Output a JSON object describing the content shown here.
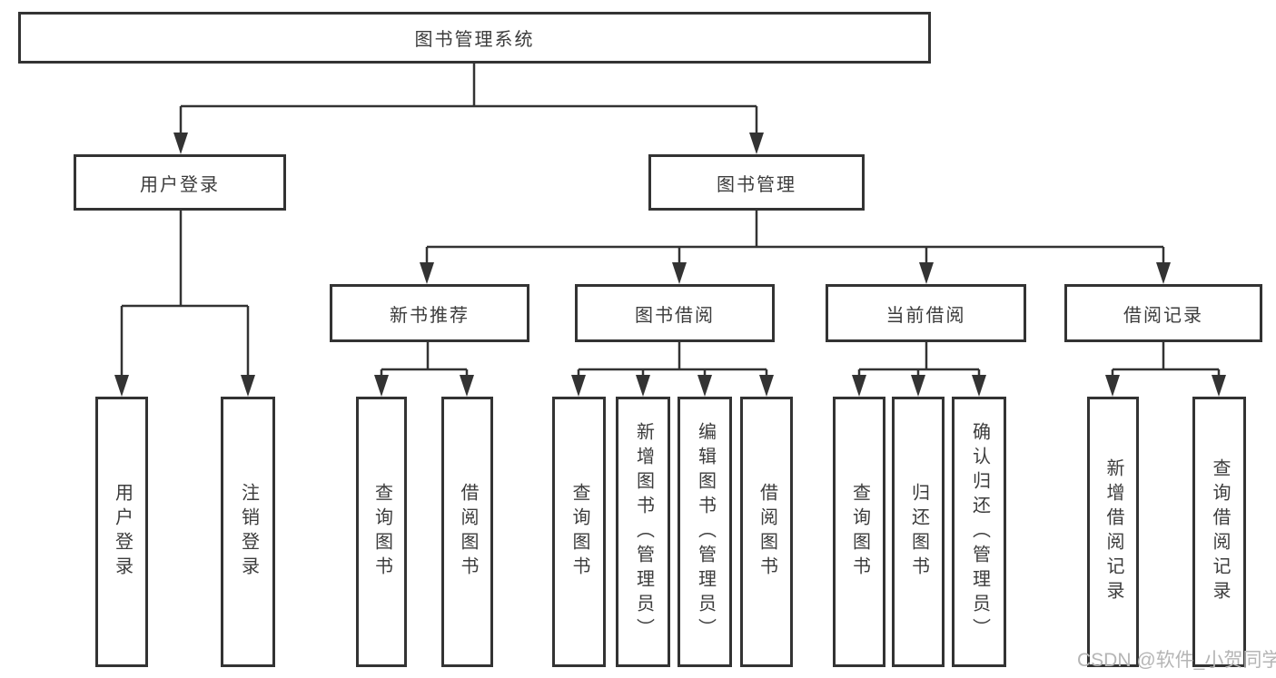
{
  "diagram": {
    "root": "图书管理系统",
    "level2": {
      "user_login": "用户登录",
      "book_mgmt": "图书管理"
    },
    "level3": {
      "new_book_rec": "新书推荐",
      "book_borrow": "图书借阅",
      "current_borrow": "当前借阅",
      "borrow_record": "借阅记录"
    },
    "leaves": {
      "user_login": [
        "用户登录",
        "注销登录"
      ],
      "new_book_rec": [
        "查询图书",
        "借阅图书"
      ],
      "book_borrow": [
        "查询图书",
        "新增图书（管理员）",
        "编辑图书（管理员）",
        "借阅图书"
      ],
      "current_borrow": [
        "查询图书",
        "归还图书",
        "确认归还（管理员）"
      ],
      "borrow_record": [
        "新增借阅记录",
        "查询借阅记录"
      ]
    }
  },
  "watermark": {
    "text": "CSDN @软件_小贺同学"
  },
  "colors": {
    "line": "#333333",
    "text": "#3c3c3c",
    "wm": "#b5b5b5",
    "bg": "#ffffff"
  }
}
